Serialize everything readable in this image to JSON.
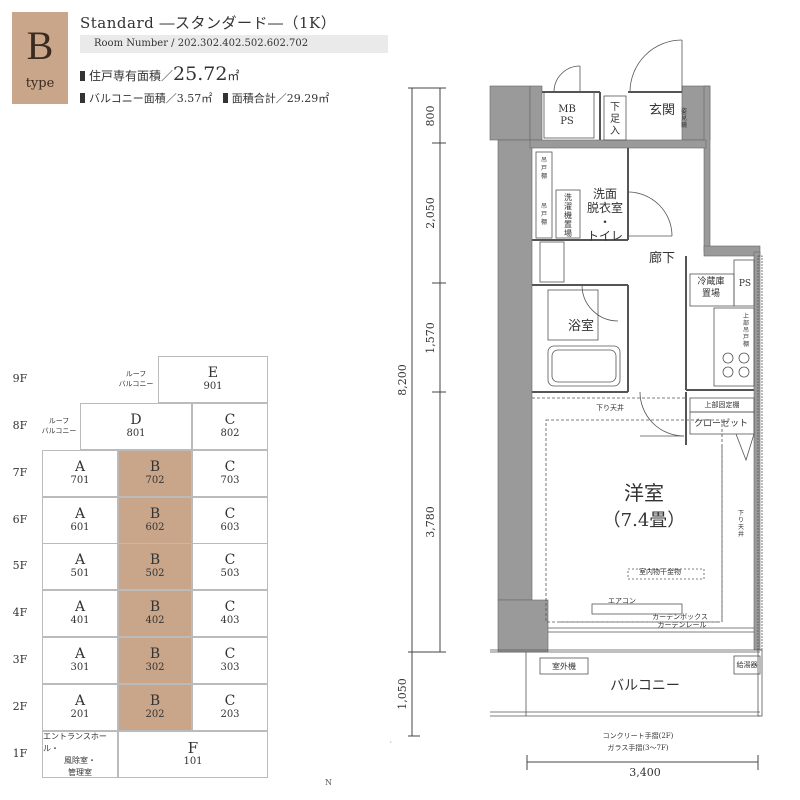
{
  "header": {
    "type_letter": "B",
    "type_word": "type",
    "title": "Standard ―スタンダード―（1K）",
    "room_number": "Room Number / 202.302.402.502.602.702",
    "area_label": "住戸専有面積／",
    "area_value": "25.72",
    "area_unit": "㎡",
    "balcony_area": "バルコニー面積／3.57㎡",
    "total_area": "面積合計／29.29㎡"
  },
  "floor_table": {
    "floors": [
      "9F",
      "8F",
      "7F",
      "6F",
      "5F",
      "4F",
      "3F",
      "2F",
      "1F"
    ],
    "roof_balcony_label_9f": [
      "ルーフ",
      "バルコニー"
    ],
    "roof_balcony_label_8f": [
      "ルーフ",
      "バルコニー"
    ],
    "units": {
      "9F": [
        {
          "u": "E",
          "n": "901"
        }
      ],
      "8F": [
        {
          "u": "D",
          "n": "801"
        },
        {
          "u": "C",
          "n": "802"
        }
      ],
      "7F": [
        {
          "u": "A",
          "n": "701"
        },
        {
          "u": "B",
          "n": "702"
        },
        {
          "u": "C",
          "n": "703"
        }
      ],
      "6F": [
        {
          "u": "A",
          "n": "601"
        },
        {
          "u": "B",
          "n": "602"
        },
        {
          "u": "C",
          "n": "603"
        }
      ],
      "5F": [
        {
          "u": "A",
          "n": "501"
        },
        {
          "u": "B",
          "n": "502"
        },
        {
          "u": "C",
          "n": "503"
        }
      ],
      "4F": [
        {
          "u": "A",
          "n": "401"
        },
        {
          "u": "B",
          "n": "402"
        },
        {
          "u": "C",
          "n": "403"
        }
      ],
      "3F": [
        {
          "u": "A",
          "n": "301"
        },
        {
          "u": "B",
          "n": "302"
        },
        {
          "u": "C",
          "n": "303"
        }
      ],
      "2F": [
        {
          "u": "A",
          "n": "201"
        },
        {
          "u": "B",
          "n": "202"
        },
        {
          "u": "C",
          "n": "203"
        }
      ],
      "1F": [
        {
          "u": "F",
          "n": "101"
        }
      ]
    },
    "entrance_label": [
      "エントランスホール・",
      "風除室・",
      "管理室"
    ],
    "highlight_color": "#c9a68a"
  },
  "plan": {
    "rooms": {
      "mbps": [
        "MB",
        "PS"
      ],
      "shoe_box": [
        "下",
        "足",
        "入"
      ],
      "entrance": "玄関",
      "trim": [
        "姿",
        "見",
        "鏡"
      ],
      "shelf1": [
        "吊",
        "戸",
        "棚"
      ],
      "shelf2": [
        "吊",
        "戸",
        "棚"
      ],
      "washer": [
        "洗",
        "濯",
        "機",
        "置",
        "場"
      ],
      "washroom": [
        "洗面",
        "脱衣室",
        "・",
        "トイレ"
      ],
      "hallway": "廊下",
      "fridge": [
        "冷蔵庫",
        "置場"
      ],
      "ps": "PS",
      "upper_cabinet": [
        "上",
        "部",
        "吊",
        "戸",
        "棚"
      ],
      "bathroom": "浴室",
      "lowered_ceiling_1": "下り天井",
      "fixed_shelf": "上部固定棚",
      "closet": "クローゼット",
      "western_room": "洋室",
      "western_room_size": "（7.4畳）",
      "lowered_ceiling_2": [
        "下",
        "り",
        "天",
        "井"
      ],
      "drying_hardware": "室内物干金物",
      "aircon": "エアコン",
      "curtain_box": "カーテンボックス",
      "curtain_rail": "カーテンレール",
      "outdoor_unit": "室外機",
      "water_heater": "給湯器",
      "balcony": "バルコニー",
      "railing_note_1": "コンクリート手摺(2F)",
      "railing_note_2": "ガラス手摺(3～7F)"
    },
    "dimensions": {
      "d800": "800",
      "d2050": "2,050",
      "d1570": "1,570",
      "d8200": "8,200",
      "d3780": "3,780",
      "d1050": "1,050",
      "d3400": "3,400"
    },
    "compass": "N"
  }
}
